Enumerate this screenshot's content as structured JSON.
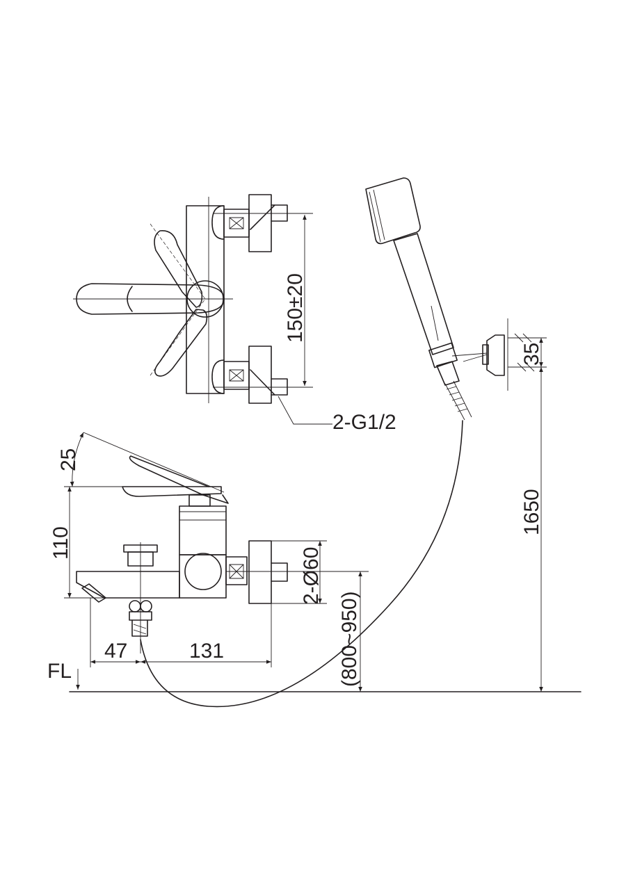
{
  "drawing": {
    "colors": {
      "line": "#231f20",
      "background": "#ffffff"
    },
    "dimensions": {
      "pipe_spacing": "150±20",
      "inlet_thread": "2-G1/2",
      "lever_angle": "25",
      "body_height": "110",
      "cover_diameter": "2-Ø60",
      "spout_offset": "47",
      "body_depth": "131",
      "install_height_range": "(800~950)",
      "holder_spacing": "35",
      "holder_height": "1650",
      "floor_label": "FL"
    }
  }
}
